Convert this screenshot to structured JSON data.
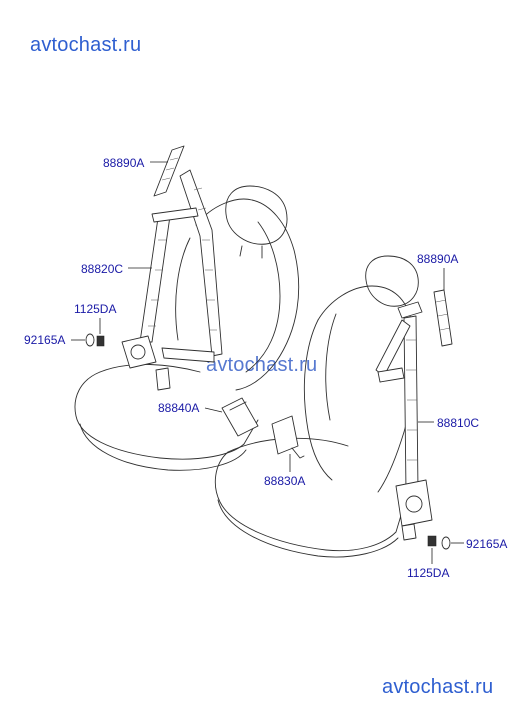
{
  "watermarks": {
    "top": "avtochast.ru",
    "middle": "avtochast.ru",
    "bottom": "avtochast.ru"
  },
  "labels": {
    "p88890a_left": "88890A",
    "p88820c": "88820C",
    "p1125da_left": "1125DA",
    "p92165a_left": "92165A",
    "p88840a": "88840A",
    "p88830a": "88830A",
    "p88890a_right": "88890A",
    "p88810c": "88810C",
    "p92165a_right": "92165A",
    "p1125da_right": "1125DA"
  },
  "colors": {
    "label": "#1a1aa6",
    "watermark": "#2f5fd0",
    "line": "#303030"
  }
}
